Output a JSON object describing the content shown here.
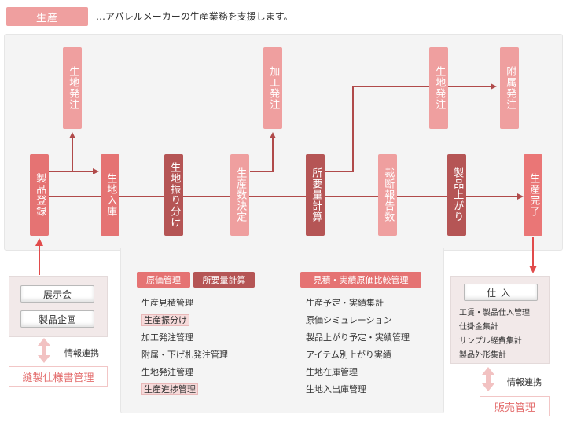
{
  "header": {
    "badge": "生産",
    "description": "…アパレルメーカーの生産業務を支援します。"
  },
  "flow": {
    "fabric_order_1": "生地発注",
    "processing_order": "加工発注",
    "fabric_order_2": "生地発注",
    "accessory_order": "附属発注",
    "product_registration": "製品登録",
    "fabric_receiving": "生地入庫",
    "fabric_allocation": "生地振り分け",
    "production_qty": "生産数決定",
    "requirements_calc": "所要量計算",
    "cutting_report": "裁断報告数",
    "product_finish": "製品上がり",
    "production_complete": "生産完了"
  },
  "left": {
    "exhibition": "展示会",
    "product_planning": "製品企画",
    "info_link": "情報連携",
    "sewing_spec": "縫製仕様書管理"
  },
  "right": {
    "purchase": "仕入",
    "items": [
      "工賃・製品仕入管理",
      "仕掛金集計",
      "サンプル経費集計",
      "製品外形集計"
    ],
    "info_link": "情報連携",
    "sales": "販売管理"
  },
  "center": {
    "tag_cost": "原価管理",
    "tag_requirements": "所要量計算",
    "tag_compare": "見積・実績原価比較管理",
    "left_items": [
      "生産見積管理",
      "生産振分け",
      "加工発注管理",
      "附属・下げ札発注管理",
      "生地発注管理",
      "生産進捗管理"
    ],
    "right_items": [
      "生産予定・実績集計",
      "原価シミュレーション",
      "製品上がり予定・実績管理",
      "アイテム別上がり実績",
      "生地在庫管理",
      "生地入出庫管理"
    ]
  },
  "colors": {
    "light": "#ef9f9f",
    "mid": "#e57373",
    "dark": "#b55555",
    "line": "#b04a4a",
    "arrow_red": "#e14b4b"
  }
}
